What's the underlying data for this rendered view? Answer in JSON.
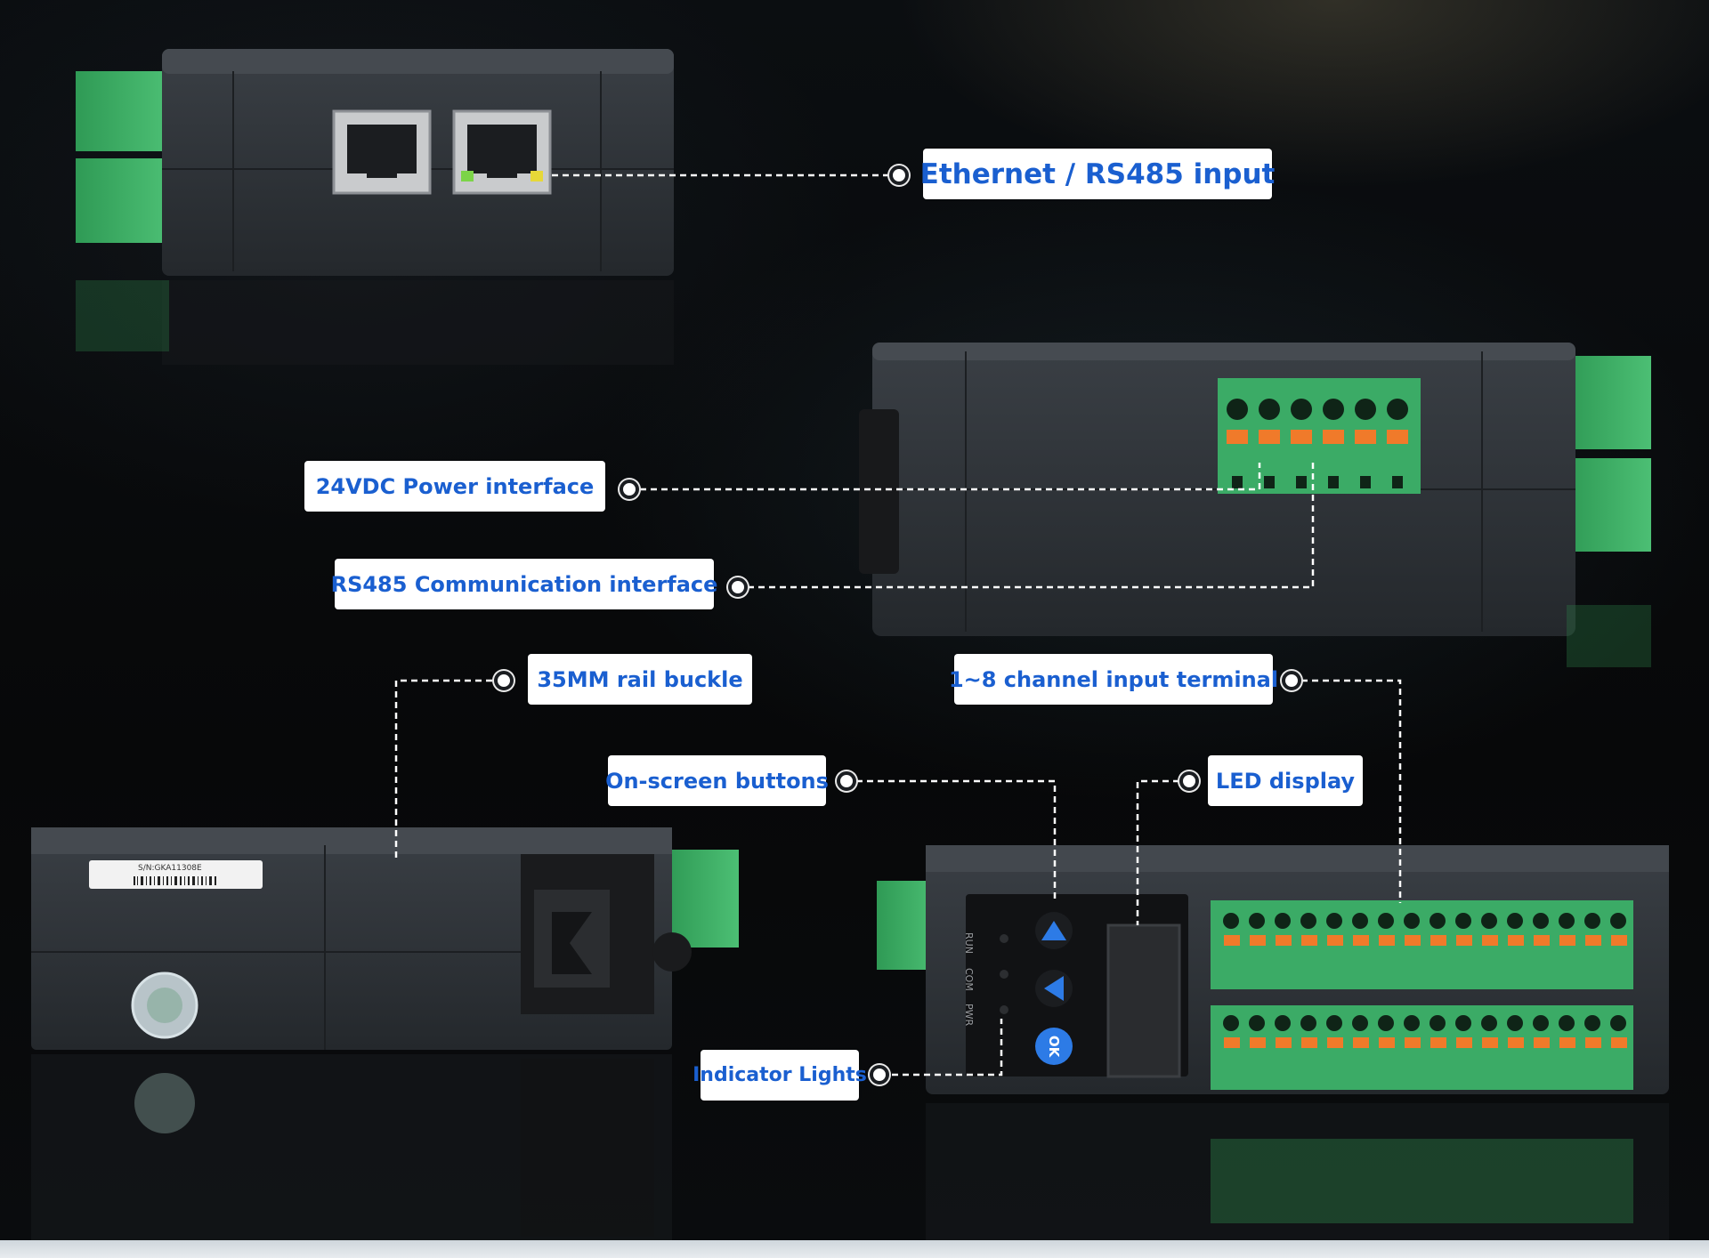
{
  "callouts": {
    "ethernet": "Ethernet / RS485 input",
    "power": "24VDC Power interface",
    "rs485": "RS485 Communication interface",
    "rail": "35MM rail buckle",
    "terminal": "1~8 channel input terminal",
    "buttons": "On-screen buttons",
    "led": "LED display",
    "indicators": "Indicator Lights"
  },
  "device_text": {
    "run": "RUN",
    "com": "COM",
    "pwr": "PWR",
    "ok": "OK",
    "serial": "S/N:GKA11308E"
  },
  "colors": {
    "label_text": "#1a5fd0",
    "label_bg": "#ffffff",
    "terminal_green": "#3aa864",
    "terminal_orange": "#f07a2a",
    "housing": "#2c3035"
  }
}
